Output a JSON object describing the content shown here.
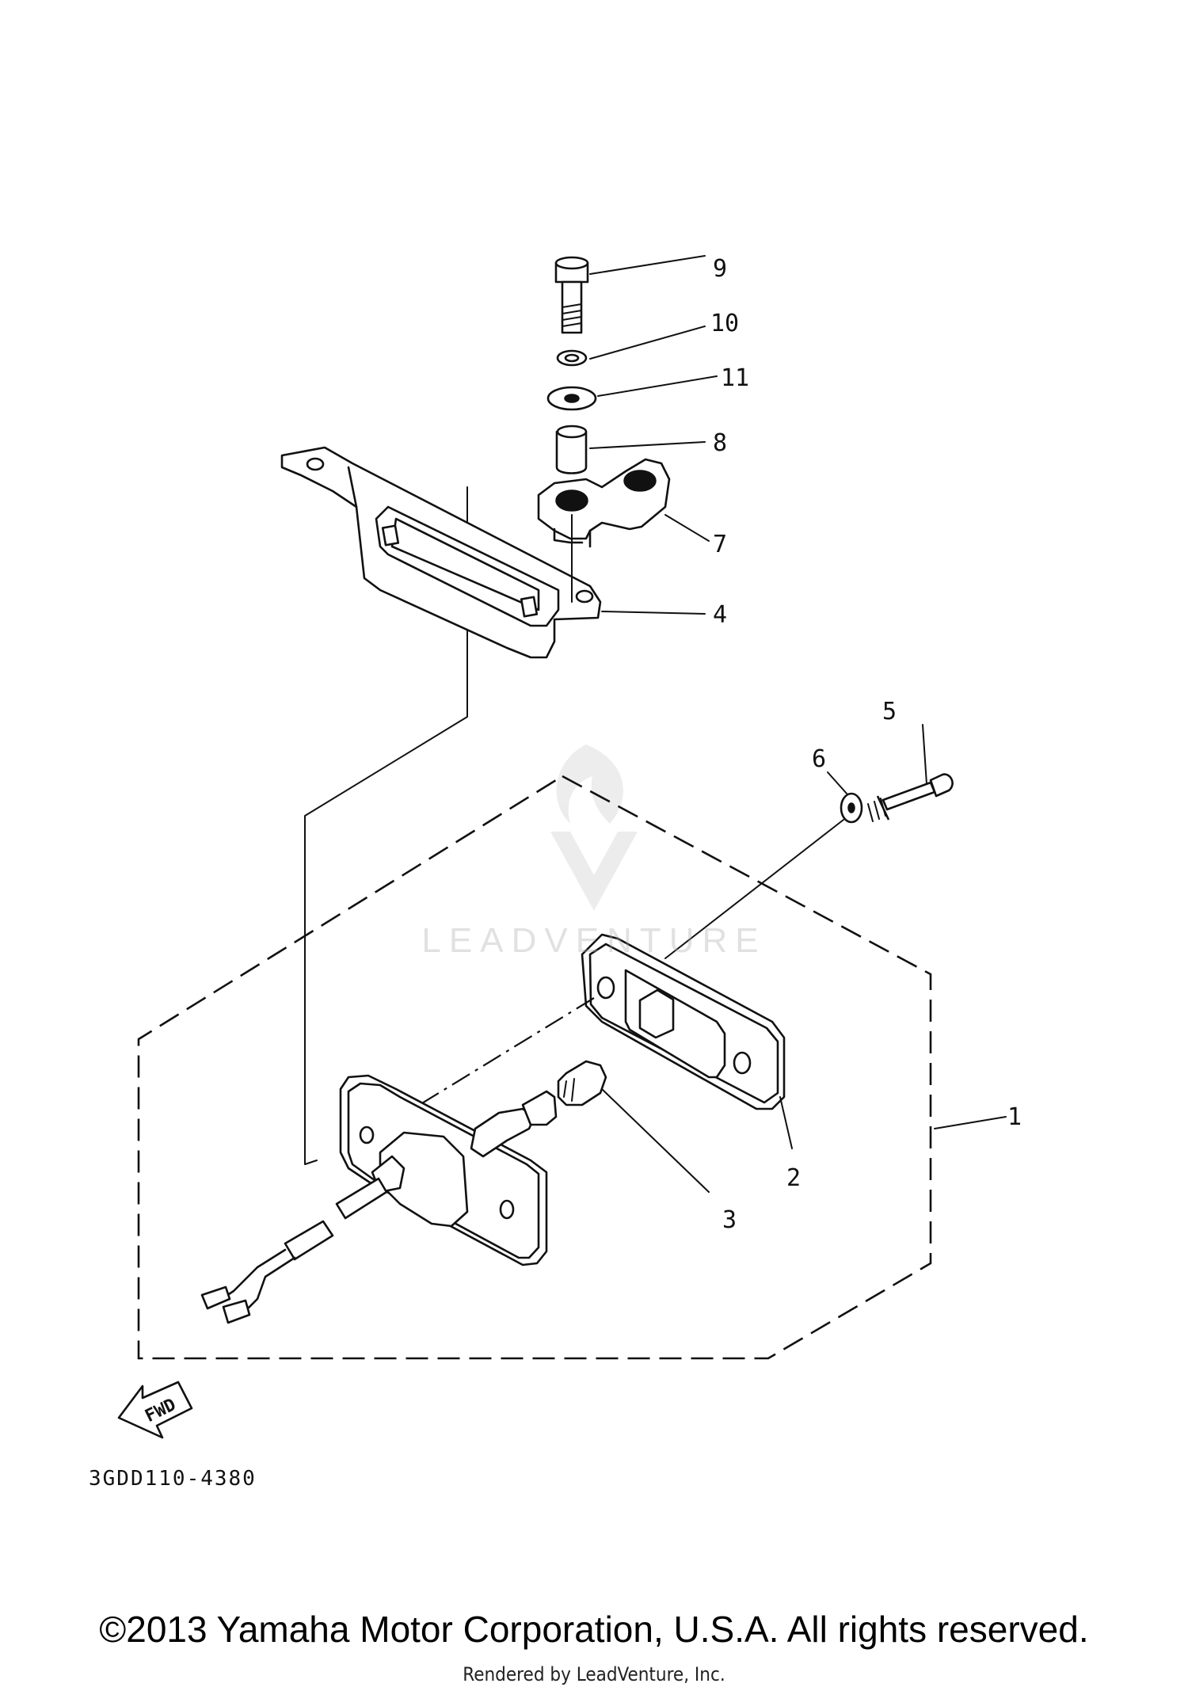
{
  "diagram": {
    "callouts": {
      "part_1": "1",
      "part_2": "2",
      "part_3": "3",
      "part_4": "4",
      "part_5": "5",
      "part_6": "6",
      "part_7": "7",
      "part_8": "8",
      "part_9": "9",
      "part_10": "10",
      "part_11": "11"
    },
    "fwd_label": "FWD",
    "code": "3GDD110-4380"
  },
  "watermark": {
    "text": "LEADVENTURE"
  },
  "footer": {
    "copyright": "©2013 Yamaha Motor Corporation, U.S.A. All rights reserved.",
    "rendered_by": "Rendered by LeadVenture, Inc."
  }
}
